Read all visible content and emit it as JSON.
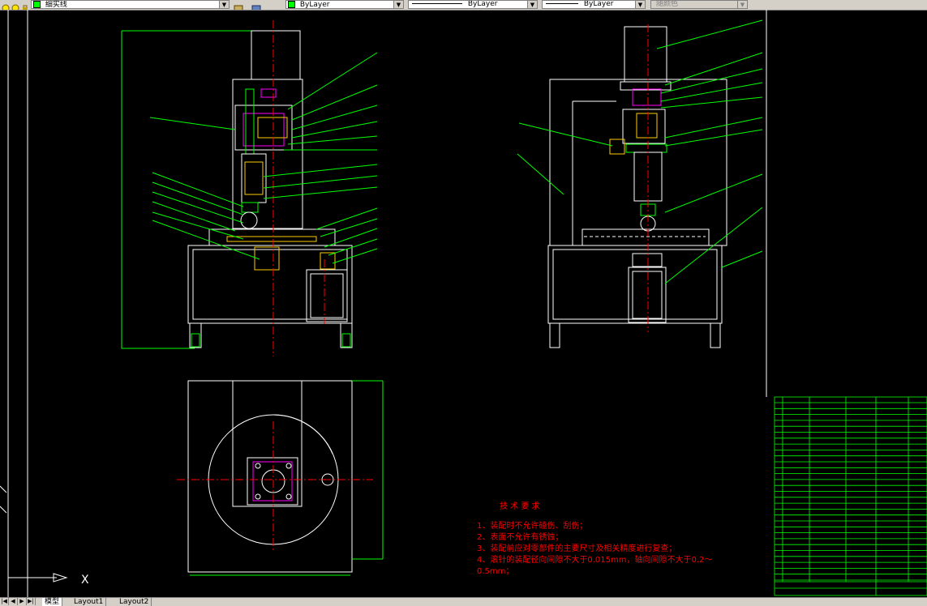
{
  "toolbar": {
    "layer_name": "细实线",
    "color_control": "ByLayer",
    "linetype_control": "ByLayer",
    "lineweight_control": "ByLayer",
    "plotstyle_control": "随颜色"
  },
  "drawing": {
    "tech_req_title": "技 术 要 求",
    "tech_req": [
      "1、装配时不允许磕伤、刮伤；",
      "2、表面不允许有锈蚀；",
      "3、装配前应对零部件的主要尺寸及相关精度进行复查；",
      "4、滚针的装配径向间隙不大于0.015mm，轴向间隙不大于0.2～",
      "0.5mm；"
    ],
    "ucs_label": "X"
  },
  "tabs": {
    "model": "模型",
    "layout1": "Layout1",
    "layout2": "Layout2"
  },
  "colors": {
    "background": "#000000",
    "outline": "#ffffff",
    "leader": "#00ff00",
    "centerline": "#ff0000",
    "annotation": "#ff0000",
    "section": "#ffcc00",
    "part_magenta": "#ff00ff",
    "title_block": "#00ff00"
  }
}
